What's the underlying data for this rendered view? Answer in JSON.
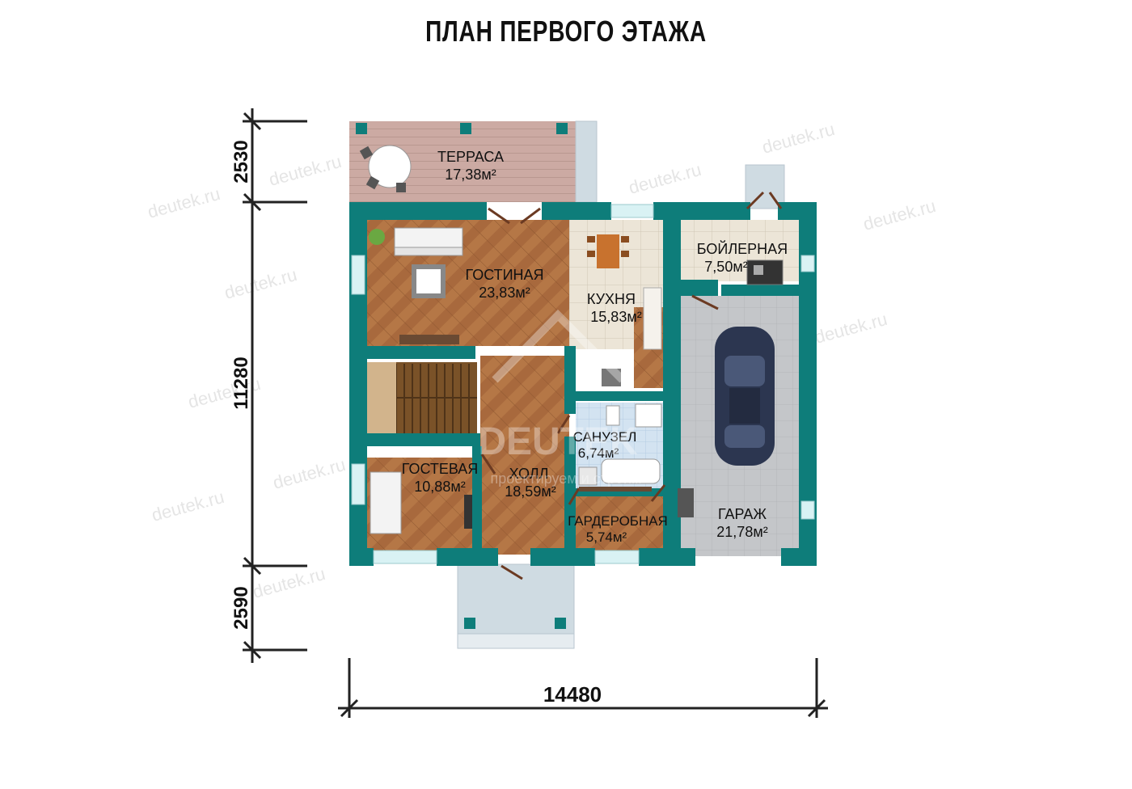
{
  "title": "ПЛАН ПЕРВОГО ЭТАЖА",
  "watermark": {
    "site": "deutek.ru",
    "brand": "DEUTEK",
    "slogan": "проектируем и строим"
  },
  "dimensions": {
    "top": "2530",
    "middle": "11280",
    "bottom": "2590",
    "width": "14480"
  },
  "rooms": {
    "terrace": {
      "name": "ТЕРРАСА",
      "area": "17,38м²"
    },
    "living": {
      "name": "ГОСТИНАЯ",
      "area": "23,83м²"
    },
    "kitchen": {
      "name": "КУХНЯ",
      "area": "15,83м²"
    },
    "boiler": {
      "name": "БОЙЛЕРНАЯ",
      "area": "7,50м²"
    },
    "garage": {
      "name": "ГАРАЖ",
      "area": "21,78м²"
    },
    "bathroom": {
      "name": "САНУЗЕЛ",
      "area": "6,74м²"
    },
    "guest": {
      "name": "ГОСТЕВАЯ",
      "area": "10,88м²"
    },
    "hall": {
      "name": "ХОЛЛ",
      "area": "18,59м²"
    },
    "wardrobe": {
      "name": "ГАРДЕРОБНАЯ",
      "area": "5,74м²"
    }
  },
  "colors": {
    "wall": "#0e7d7a",
    "wood_floor": "#a8693d",
    "tile_floor": "#ece5d7",
    "garage_floor": "#c4c6c9",
    "terrace_deck": "#ccaaa3",
    "porch": "#cfdbe2",
    "window": "#d9f2f4",
    "stair": "#7a5228",
    "car": "#2c3650",
    "door": "#6b3a22"
  }
}
